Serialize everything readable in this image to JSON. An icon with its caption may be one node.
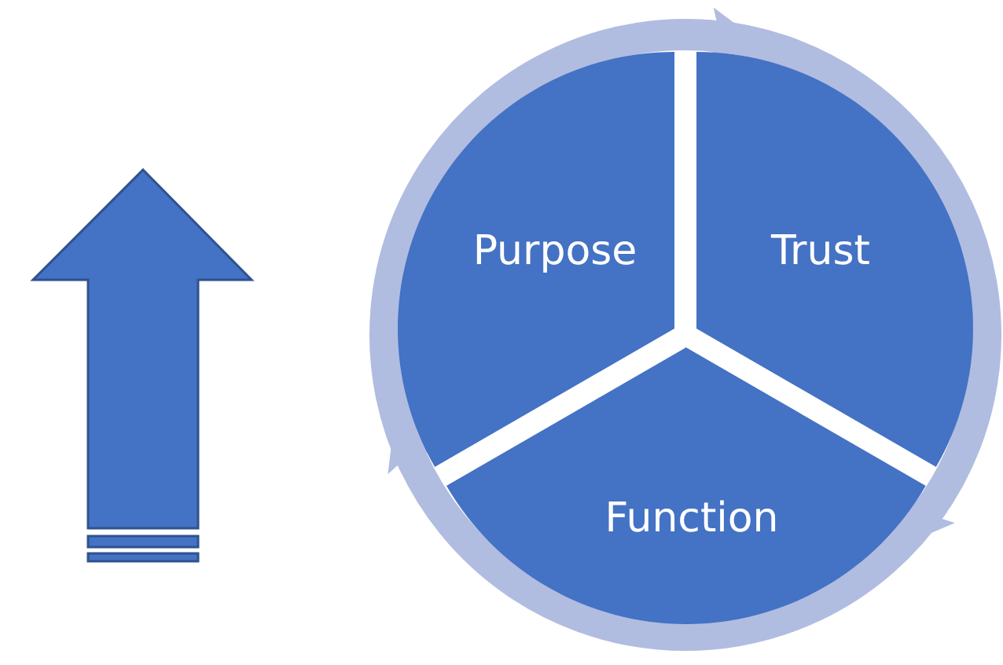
{
  "diagram": {
    "nodes": [
      {
        "text": [
          "Purpose"
        ]
      },
      {
        "text": [
          "Trust"
        ]
      },
      {
        "text": [
          "Function"
        ]
      }
    ],
    "edges": [
      {
        "from": 0,
        "to": 1,
        "arrow": "to"
      },
      {
        "from": 1,
        "to": 2,
        "arrow": "to"
      },
      {
        "from": 2,
        "to": 0,
        "arrow": "to"
      }
    ]
  }
}
